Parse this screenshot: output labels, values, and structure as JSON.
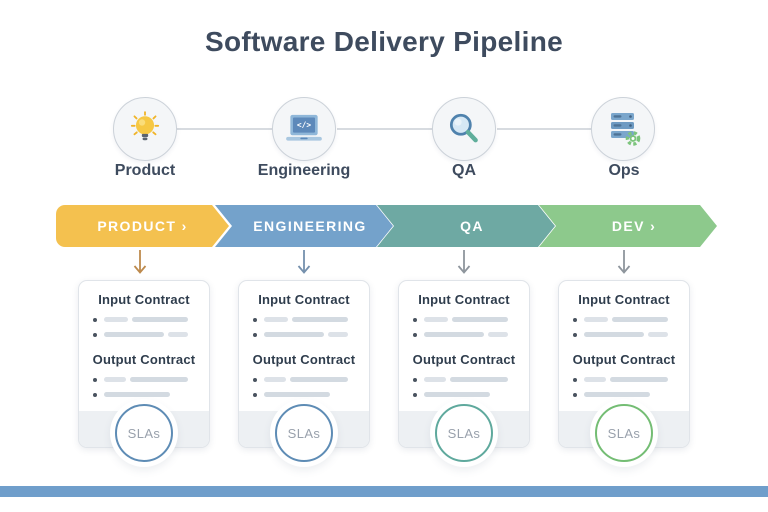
{
  "title": "Software Delivery Pipeline",
  "colors": {
    "title_text": "#3e4b5e",
    "footer_bar": "#6f9ecb"
  },
  "stages": [
    {
      "label": "Product",
      "icon": "lightbulb-icon",
      "chevron_label": "PRODUCT ›",
      "chevron_color": "#f4c14f",
      "arrow_color": "#bd8a4d",
      "sla_border_color": "#5e8cb5"
    },
    {
      "label": "Engineering",
      "icon": "laptop-code-icon",
      "chevron_label": "ENGINEERING",
      "chevron_color": "#74a2cb",
      "arrow_color": "#7590ad",
      "sla_border_color": "#5e8cb5"
    },
    {
      "label": "QA",
      "icon": "magnifying-glass-icon",
      "chevron_label": "QA",
      "chevron_color": "#6ea9a3",
      "arrow_color": "#8e959d",
      "sla_border_color": "#5fa99d"
    },
    {
      "label": "Ops",
      "icon": "server-gear-icon",
      "chevron_label": "DEV ›",
      "chevron_color": "#8dc98c",
      "arrow_color": "#8e959d",
      "sla_border_color": "#74bd74"
    }
  ],
  "card": {
    "input_heading": "Input Contract",
    "output_heading": "Output Contract",
    "sla_label": "SLAs"
  }
}
